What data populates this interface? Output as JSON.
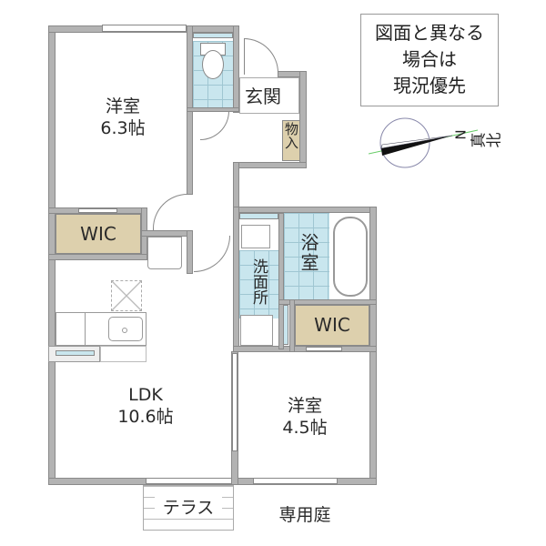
{
  "notice": {
    "line1": "図面と異なる",
    "line2": "場合は",
    "line3": "現況優先"
  },
  "compass": {
    "north_label": "N",
    "direction_label": "真北"
  },
  "rooms": {
    "western_room_1": {
      "name": "洋室",
      "size": "6.3帖"
    },
    "western_room_2": {
      "name": "洋室",
      "size": "4.5帖"
    },
    "ldk": {
      "name": "LDK",
      "size": "10.6帖"
    },
    "entrance": {
      "name": "玄関"
    },
    "storage": {
      "name": "物入"
    },
    "wic_1": {
      "name": "WIC"
    },
    "wic_2": {
      "name": "WIC"
    },
    "bathroom": {
      "name": "浴室"
    },
    "washroom": {
      "name": "洗面所"
    }
  },
  "exterior": {
    "terrace": "テラス",
    "private_garden": "専用庭"
  },
  "colors": {
    "wall": "#b3b3b3",
    "tile": "#c9e6ee",
    "wic": "#ddd0ad"
  }
}
